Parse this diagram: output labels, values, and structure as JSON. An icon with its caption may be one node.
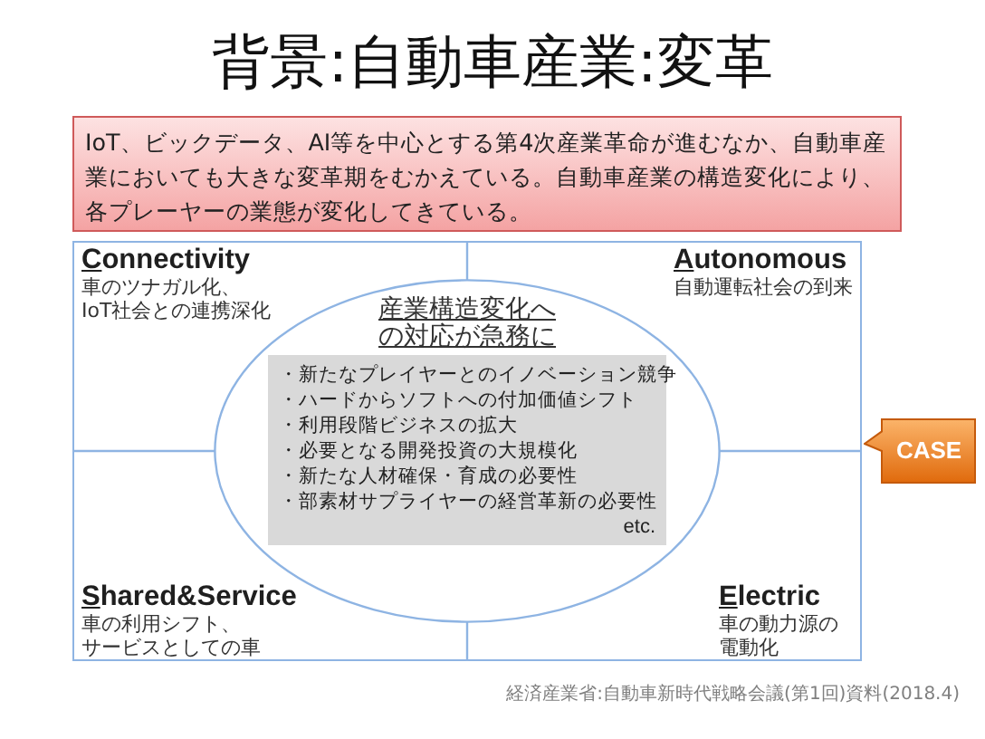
{
  "diagram": {
    "title": "背景:自動車産業:変革",
    "caption": "経済産業省:自動車新時代戦略会議(第1回)資料(2018.4)",
    "nodes": [
      {
        "text": [
          "IoT、ビックデータ、AI等を中心とする第4次産業革命が進むなか、自動車産業においても大きな変革期をむかえている。自動車産業の構造変化により、各プレーヤーの業態が変化してきている。"
        ]
      },
      {
        "text": [
          "Connectivity",
          "車のツナガル化、IoT社会との連携深化",
          "Autonomous",
          "自動運転社会の到来",
          "Shared&Service",
          "車の利用シフト、サービスとしての車",
          "Electric",
          "車の動力源の電動化"
        ]
      },
      {
        "text": [
          "産業構造変化への対応が急務に"
        ],
        "in": 1
      },
      {
        "text": [
          "・新たなプレイヤーとのイノベーション競争",
          "・ハードからソフトへの付加価値シフト",
          "・利用段階ビジネスの拡大",
          "・必要となる開発投資の大規模化",
          "・新たな人材確保・育成の必要性",
          "・部素材サプライヤーの経営革新の必要性",
          "etc."
        ],
        "in": 2
      },
      {
        "text": [
          "CASE"
        ]
      }
    ]
  }
}
